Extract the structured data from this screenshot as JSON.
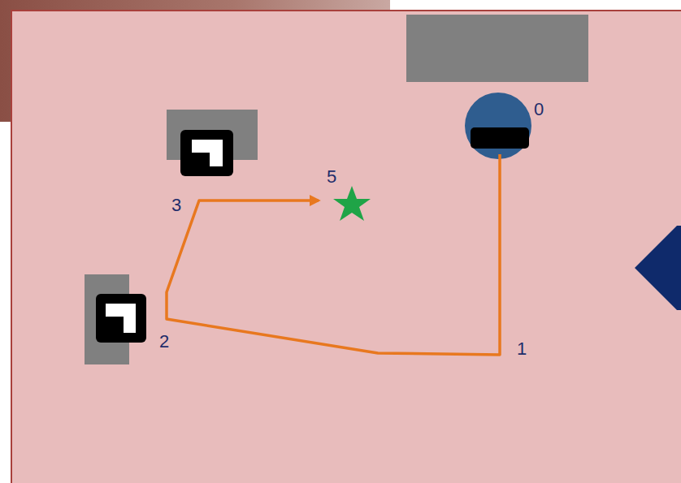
{
  "diagram": {
    "labels": [
      "0",
      "1",
      "2",
      "3",
      "5"
    ]
  }
}
